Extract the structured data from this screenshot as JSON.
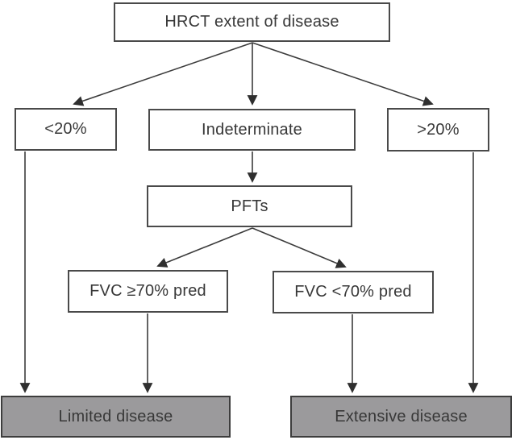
{
  "diagram_type": "flowchart",
  "nodes": {
    "hrct_extent": {
      "label": "HRCT extent of disease",
      "kind": "decision"
    },
    "under_20": {
      "label": "<20%",
      "kind": "branch"
    },
    "indeterminate": {
      "label": "Indeterminate",
      "kind": "branch"
    },
    "over_20": {
      "label": ">20%",
      "kind": "branch"
    },
    "pfts": {
      "label": "PFTs",
      "kind": "decision"
    },
    "fvc_ge_70": {
      "label": "FVC ≥70% pred",
      "kind": "branch"
    },
    "fvc_lt_70": {
      "label": "FVC <70% pred",
      "kind": "branch"
    },
    "limited_disease": {
      "label": "Limited disease",
      "kind": "outcome"
    },
    "extensive_disease": {
      "label": "Extensive disease",
      "kind": "outcome"
    }
  },
  "edges": [
    {
      "from": "hrct_extent",
      "to": "under_20"
    },
    {
      "from": "hrct_extent",
      "to": "indeterminate"
    },
    {
      "from": "hrct_extent",
      "to": "over_20"
    },
    {
      "from": "indeterminate",
      "to": "pfts"
    },
    {
      "from": "pfts",
      "to": "fvc_ge_70"
    },
    {
      "from": "pfts",
      "to": "fvc_lt_70"
    },
    {
      "from": "under_20",
      "to": "limited_disease"
    },
    {
      "from": "fvc_ge_70",
      "to": "limited_disease"
    },
    {
      "from": "fvc_lt_70",
      "to": "extensive_disease"
    },
    {
      "from": "over_20",
      "to": "extensive_disease"
    }
  ],
  "colors": {
    "node_fill": "#ffffff",
    "node_border": "#4a4a4a",
    "outcome_fill": "#9b9a9c",
    "outcome_border": "#3d3d3d",
    "line": "#3c3c3c",
    "text": "#383838",
    "background": "#ffffff"
  }
}
